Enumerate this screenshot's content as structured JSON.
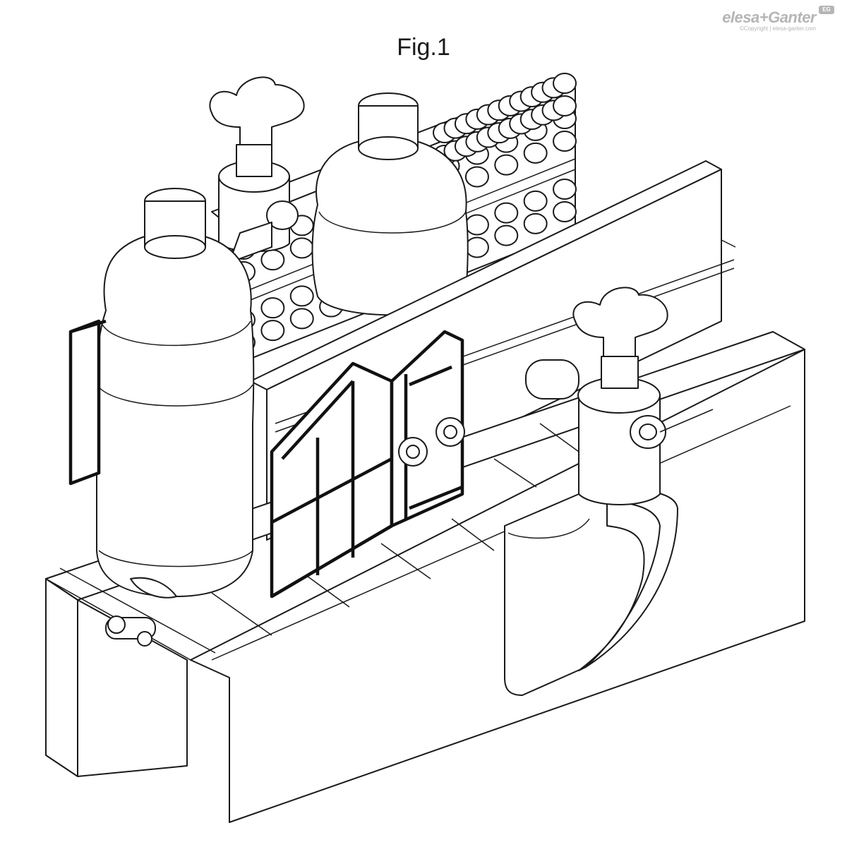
{
  "figure": {
    "title": "Fig.1"
  },
  "brand": {
    "name": "elesa+Ganter",
    "copyright": "©Copyright | elesa-ganter.com",
    "badge": "EG"
  }
}
